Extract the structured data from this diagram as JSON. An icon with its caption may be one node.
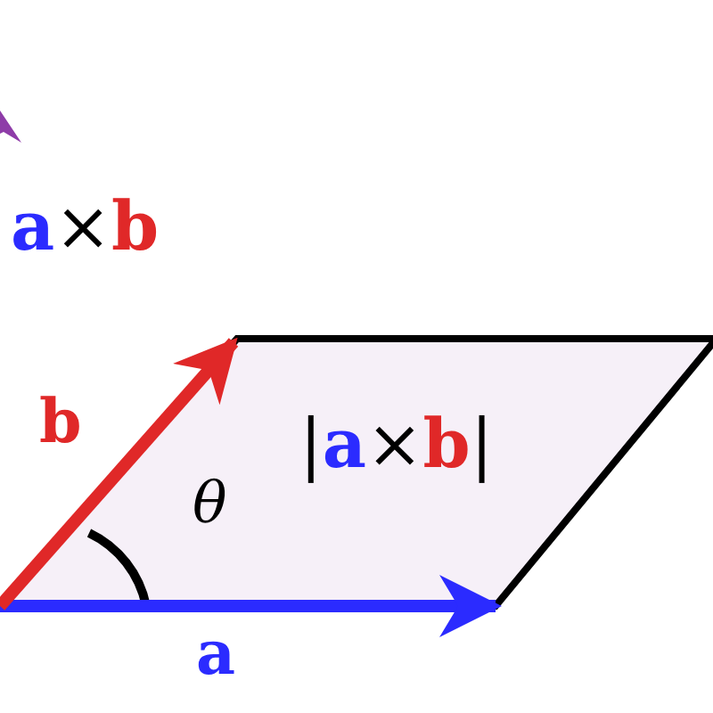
{
  "diagram": {
    "nodes": [
      {
        "text": [
          "|a×b|"
        ]
      }
    ],
    "labels": [
      "a×b",
      "b",
      "θ",
      "a"
    ]
  }
}
